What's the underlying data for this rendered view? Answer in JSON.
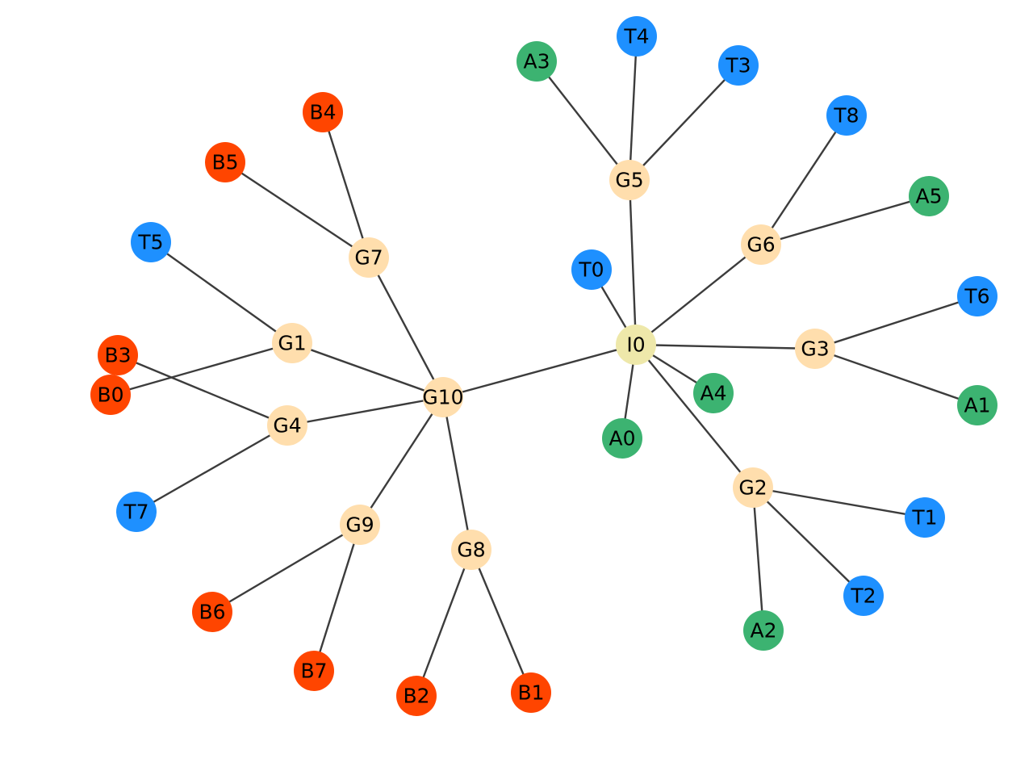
{
  "palette": {
    "hub": "#eee8aa",
    "group": "#ffdead",
    "tool": "#1e90ff",
    "artifact": "#3cb371",
    "bug": "#ff4500"
  },
  "nodes": [
    {
      "id": "I0",
      "label": "I0",
      "kind": "hub"
    },
    {
      "id": "G1",
      "label": "G1",
      "kind": "group"
    },
    {
      "id": "G2",
      "label": "G2",
      "kind": "group"
    },
    {
      "id": "G3",
      "label": "G3",
      "kind": "group"
    },
    {
      "id": "G4",
      "label": "G4",
      "kind": "group"
    },
    {
      "id": "G5",
      "label": "G5",
      "kind": "group"
    },
    {
      "id": "G6",
      "label": "G6",
      "kind": "group"
    },
    {
      "id": "G7",
      "label": "G7",
      "kind": "group"
    },
    {
      "id": "G8",
      "label": "G8",
      "kind": "group"
    },
    {
      "id": "G9",
      "label": "G9",
      "kind": "group"
    },
    {
      "id": "G10",
      "label": "G10",
      "kind": "group"
    },
    {
      "id": "T0",
      "label": "T0",
      "kind": "tool"
    },
    {
      "id": "T1",
      "label": "T1",
      "kind": "tool"
    },
    {
      "id": "T2",
      "label": "T2",
      "kind": "tool"
    },
    {
      "id": "T3",
      "label": "T3",
      "kind": "tool"
    },
    {
      "id": "T4",
      "label": "T4",
      "kind": "tool"
    },
    {
      "id": "T5",
      "label": "T5",
      "kind": "tool"
    },
    {
      "id": "T6",
      "label": "T6",
      "kind": "tool"
    },
    {
      "id": "T7",
      "label": "T7",
      "kind": "tool"
    },
    {
      "id": "T8",
      "label": "T8",
      "kind": "tool"
    },
    {
      "id": "A0",
      "label": "A0",
      "kind": "artifact"
    },
    {
      "id": "A1",
      "label": "A1",
      "kind": "artifact"
    },
    {
      "id": "A2",
      "label": "A2",
      "kind": "artifact"
    },
    {
      "id": "A3",
      "label": "A3",
      "kind": "artifact"
    },
    {
      "id": "A4",
      "label": "A4",
      "kind": "artifact"
    },
    {
      "id": "A5",
      "label": "A5",
      "kind": "artifact"
    },
    {
      "id": "B0",
      "label": "B0",
      "kind": "bug"
    },
    {
      "id": "B1",
      "label": "B1",
      "kind": "bug"
    },
    {
      "id": "B2",
      "label": "B2",
      "kind": "bug"
    },
    {
      "id": "B3",
      "label": "B3",
      "kind": "bug"
    },
    {
      "id": "B4",
      "label": "B4",
      "kind": "bug"
    },
    {
      "id": "B5",
      "label": "B5",
      "kind": "bug"
    },
    {
      "id": "B6",
      "label": "B6",
      "kind": "bug"
    },
    {
      "id": "B7",
      "label": "B7",
      "kind": "bug"
    }
  ],
  "edges": [
    [
      "I0",
      "G5"
    ],
    [
      "I0",
      "T0"
    ],
    [
      "I0",
      "G6"
    ],
    [
      "I0",
      "G3"
    ],
    [
      "I0",
      "A4"
    ],
    [
      "I0",
      "A0"
    ],
    [
      "I0",
      "G2"
    ],
    [
      "I0",
      "G10"
    ],
    [
      "G5",
      "A3"
    ],
    [
      "G5",
      "T4"
    ],
    [
      "G5",
      "T3"
    ],
    [
      "G6",
      "T8"
    ],
    [
      "G6",
      "A5"
    ],
    [
      "G3",
      "T6"
    ],
    [
      "G3",
      "A1"
    ],
    [
      "G2",
      "T1"
    ],
    [
      "G2",
      "T2"
    ],
    [
      "G2",
      "A2"
    ],
    [
      "G10",
      "G7"
    ],
    [
      "G10",
      "G1"
    ],
    [
      "G10",
      "G4"
    ],
    [
      "G10",
      "G9"
    ],
    [
      "G10",
      "G8"
    ],
    [
      "G7",
      "B4"
    ],
    [
      "G7",
      "B5"
    ],
    [
      "G1",
      "T5"
    ],
    [
      "G1",
      "B0"
    ],
    [
      "G4",
      "B3"
    ],
    [
      "G4",
      "T7"
    ],
    [
      "G9",
      "B6"
    ],
    [
      "G9",
      "B7"
    ],
    [
      "G8",
      "B2"
    ],
    [
      "G8",
      "B1"
    ]
  ]
}
